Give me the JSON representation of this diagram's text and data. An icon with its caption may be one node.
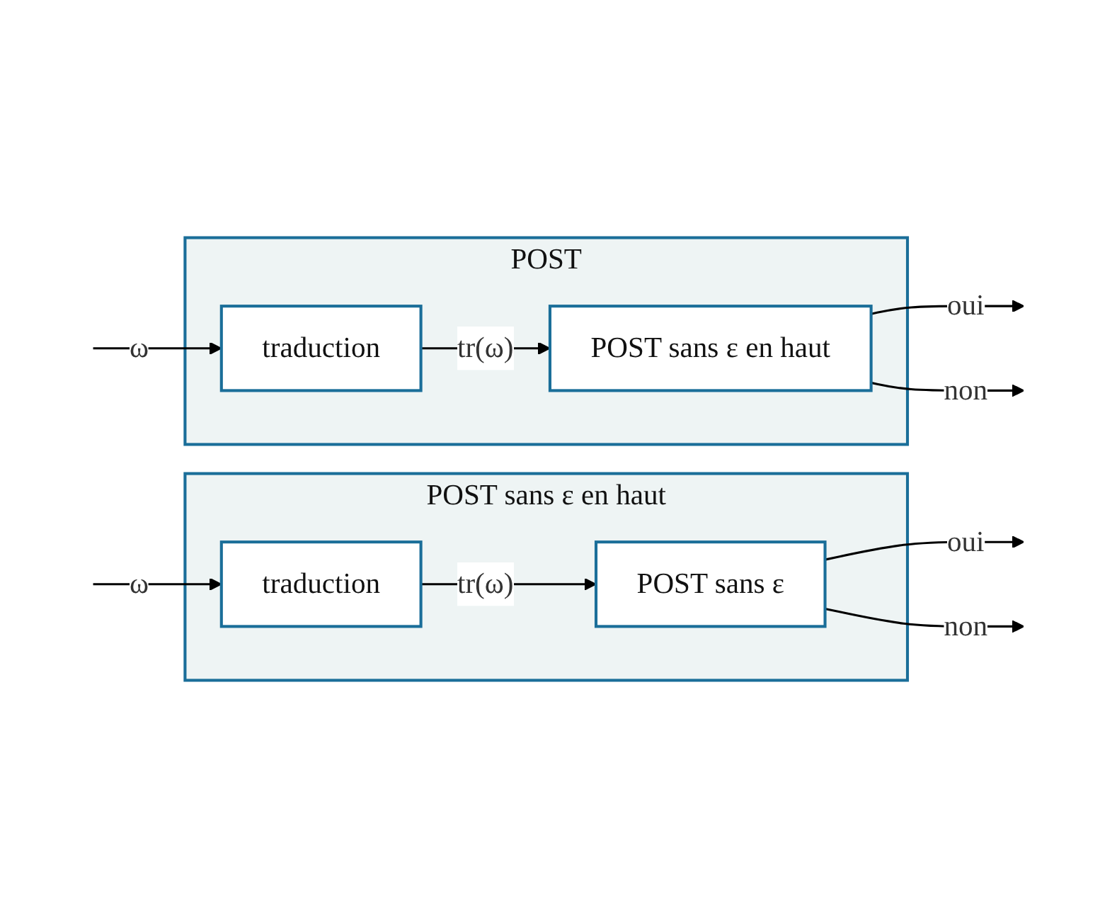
{
  "diagram": {
    "nodes": [
      {
        "text": [
          "POST"
        ]
      },
      {
        "text": [
          "traduction"
        ],
        "in": 0
      },
      {
        "text": [
          "POST sans ε en haut"
        ],
        "in": 0
      },
      {
        "text": [
          "POST sans ε en haut"
        ]
      },
      {
        "text": [
          "traduction"
        ],
        "in": 3
      },
      {
        "text": [
          "POST sans ε"
        ],
        "in": 3
      }
    ],
    "edges": [
      {
        "from": null,
        "to": 1,
        "arrow": "to",
        "label": "ω"
      },
      {
        "from": 1,
        "to": 2,
        "arrow": "to",
        "label": "tr(ω)"
      },
      {
        "from": 2,
        "to": null,
        "arrow": "to",
        "label": "oui"
      },
      {
        "from": 2,
        "to": null,
        "arrow": "to",
        "label": "non"
      },
      {
        "from": null,
        "to": 4,
        "arrow": "to",
        "label": "ω"
      },
      {
        "from": 4,
        "to": 5,
        "arrow": "to",
        "label": "tr(ω)"
      },
      {
        "from": 5,
        "to": null,
        "arrow": "to",
        "label": "oui"
      },
      {
        "from": 5,
        "to": null,
        "arrow": "to",
        "label": "non"
      }
    ]
  }
}
